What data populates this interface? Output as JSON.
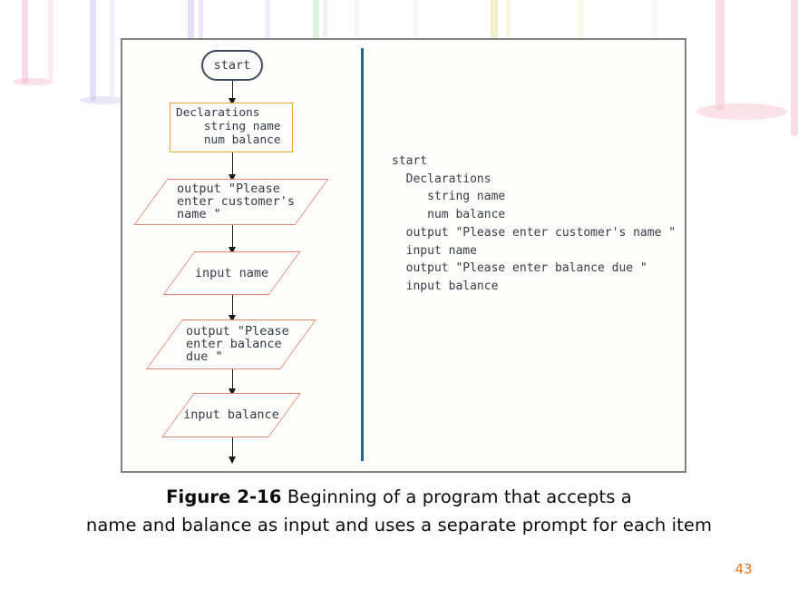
{
  "slide": {
    "page_number": "43",
    "caption": {
      "label_bold": "Figure 2-16",
      "line1_rest": " Beginning of a program that accepts a",
      "line2": "name and balance as input and uses a separate prompt for each item"
    }
  },
  "figure": {
    "flowchart": {
      "start_label": "start",
      "declarations_text": "Declarations\n    string name\n    num balance",
      "output_name_text": "output \"Please\nenter customer's\nname \"",
      "input_name_text": "input name",
      "output_balance_text": "output \"Please\nenter balance\ndue \"",
      "input_balance_text": "input balance"
    },
    "pseudocode": "start\n  Declarations\n     string name\n     num balance\n  output \"Please enter customer's name \"\n  input name\n  output \"Please enter balance due \"\n  input balance",
    "colors": {
      "panel_border": "#828282",
      "terminal_border": "#3d4a5c",
      "declaration_border": "#eca43b",
      "io_parallelogram_border": "#e2846a",
      "divider_blue": "#20688c",
      "arrow_black": "#1a1a1a",
      "page_number_orange": "#e0761f"
    }
  }
}
